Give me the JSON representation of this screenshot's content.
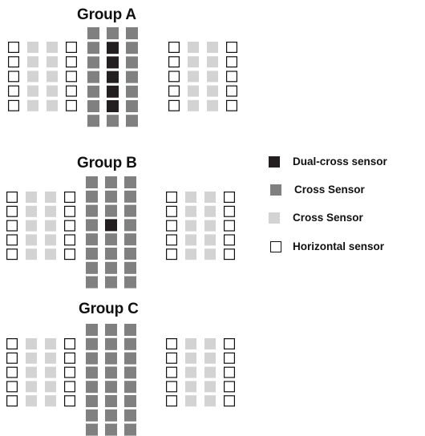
{
  "groups": [
    {
      "title": "Group A",
      "center": [
        [
          "M",
          "M",
          "M"
        ],
        [
          "M",
          "D",
          "M"
        ],
        [
          "M",
          "D",
          "M"
        ],
        [
          "M",
          "D",
          "M"
        ],
        [
          "M",
          "D",
          "M"
        ],
        [
          "M",
          "D",
          "M"
        ],
        [
          "M",
          "M",
          "M"
        ]
      ]
    },
    {
      "title": "Group B",
      "center": [
        [
          "M",
          "M",
          "M"
        ],
        [
          "M",
          "M",
          "M"
        ],
        [
          "M",
          "M",
          "M"
        ],
        [
          "M",
          "D",
          "M"
        ],
        [
          "M",
          "M",
          "M"
        ],
        [
          "M",
          "M",
          "M"
        ],
        [
          "M",
          "M",
          "M"
        ],
        [
          "M",
          "M",
          "M"
        ]
      ]
    },
    {
      "title": "Group C",
      "center": [
        [
          "M",
          "M",
          "M"
        ],
        [
          "M",
          "M",
          "M"
        ],
        [
          "M",
          "M",
          "M"
        ],
        [
          "M",
          "M",
          "M"
        ],
        [
          "M",
          "M",
          "M"
        ],
        [
          "M",
          "M",
          "M"
        ],
        [
          "M",
          "M",
          "M"
        ],
        [
          "M",
          "M",
          "M"
        ]
      ]
    }
  ],
  "side_rows": 5,
  "legend": [
    {
      "key": "D",
      "label": "Dual-cross sensor",
      "color": "#231f20",
      "outline": false
    },
    {
      "key": "M",
      "label": "Cross Sensor",
      "color": "#808080",
      "outline": false
    },
    {
      "key": "L",
      "label": "Cross Sensor",
      "color": "#d3d3d3",
      "outline": false
    },
    {
      "key": "H",
      "label": "Horizontal sensor",
      "color": "#ffffff",
      "outline": true
    }
  ]
}
